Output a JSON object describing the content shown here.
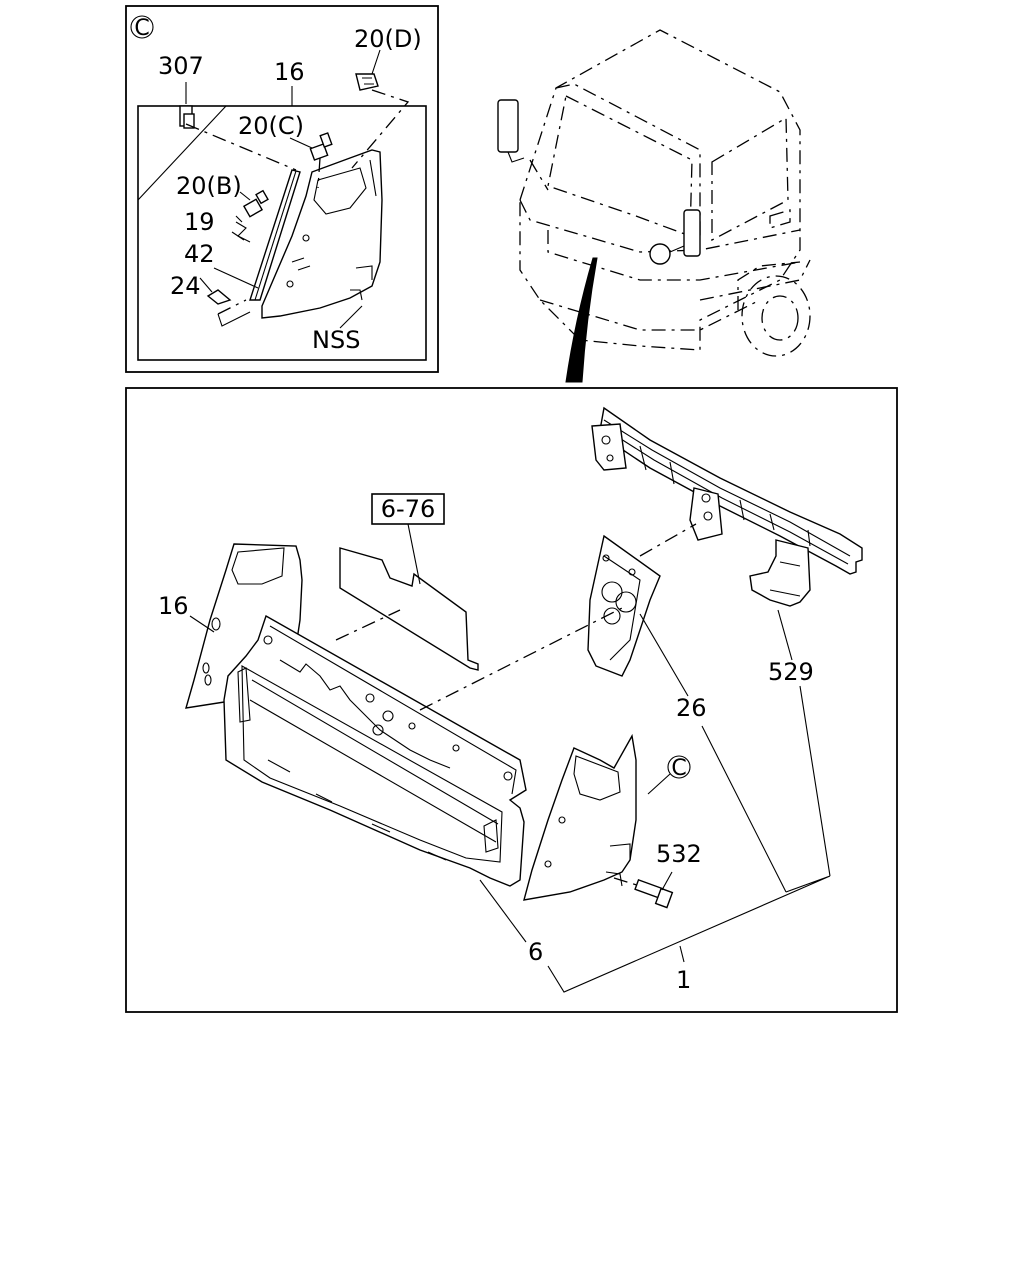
{
  "inset": {
    "view_marker": "C",
    "labels": {
      "p307": "307",
      "p16": "16",
      "p20D": "20(D)",
      "p20C": "20(C)",
      "p20B": "20(B)",
      "p19": "19",
      "p42": "42",
      "p24": "24",
      "nss": "NSS"
    }
  },
  "main": {
    "labels": {
      "ref676": "6-76",
      "p16": "16",
      "p529": "529",
      "p26": "26",
      "viewC": "C",
      "p532": "532",
      "p6": "6",
      "p1": "1"
    }
  }
}
